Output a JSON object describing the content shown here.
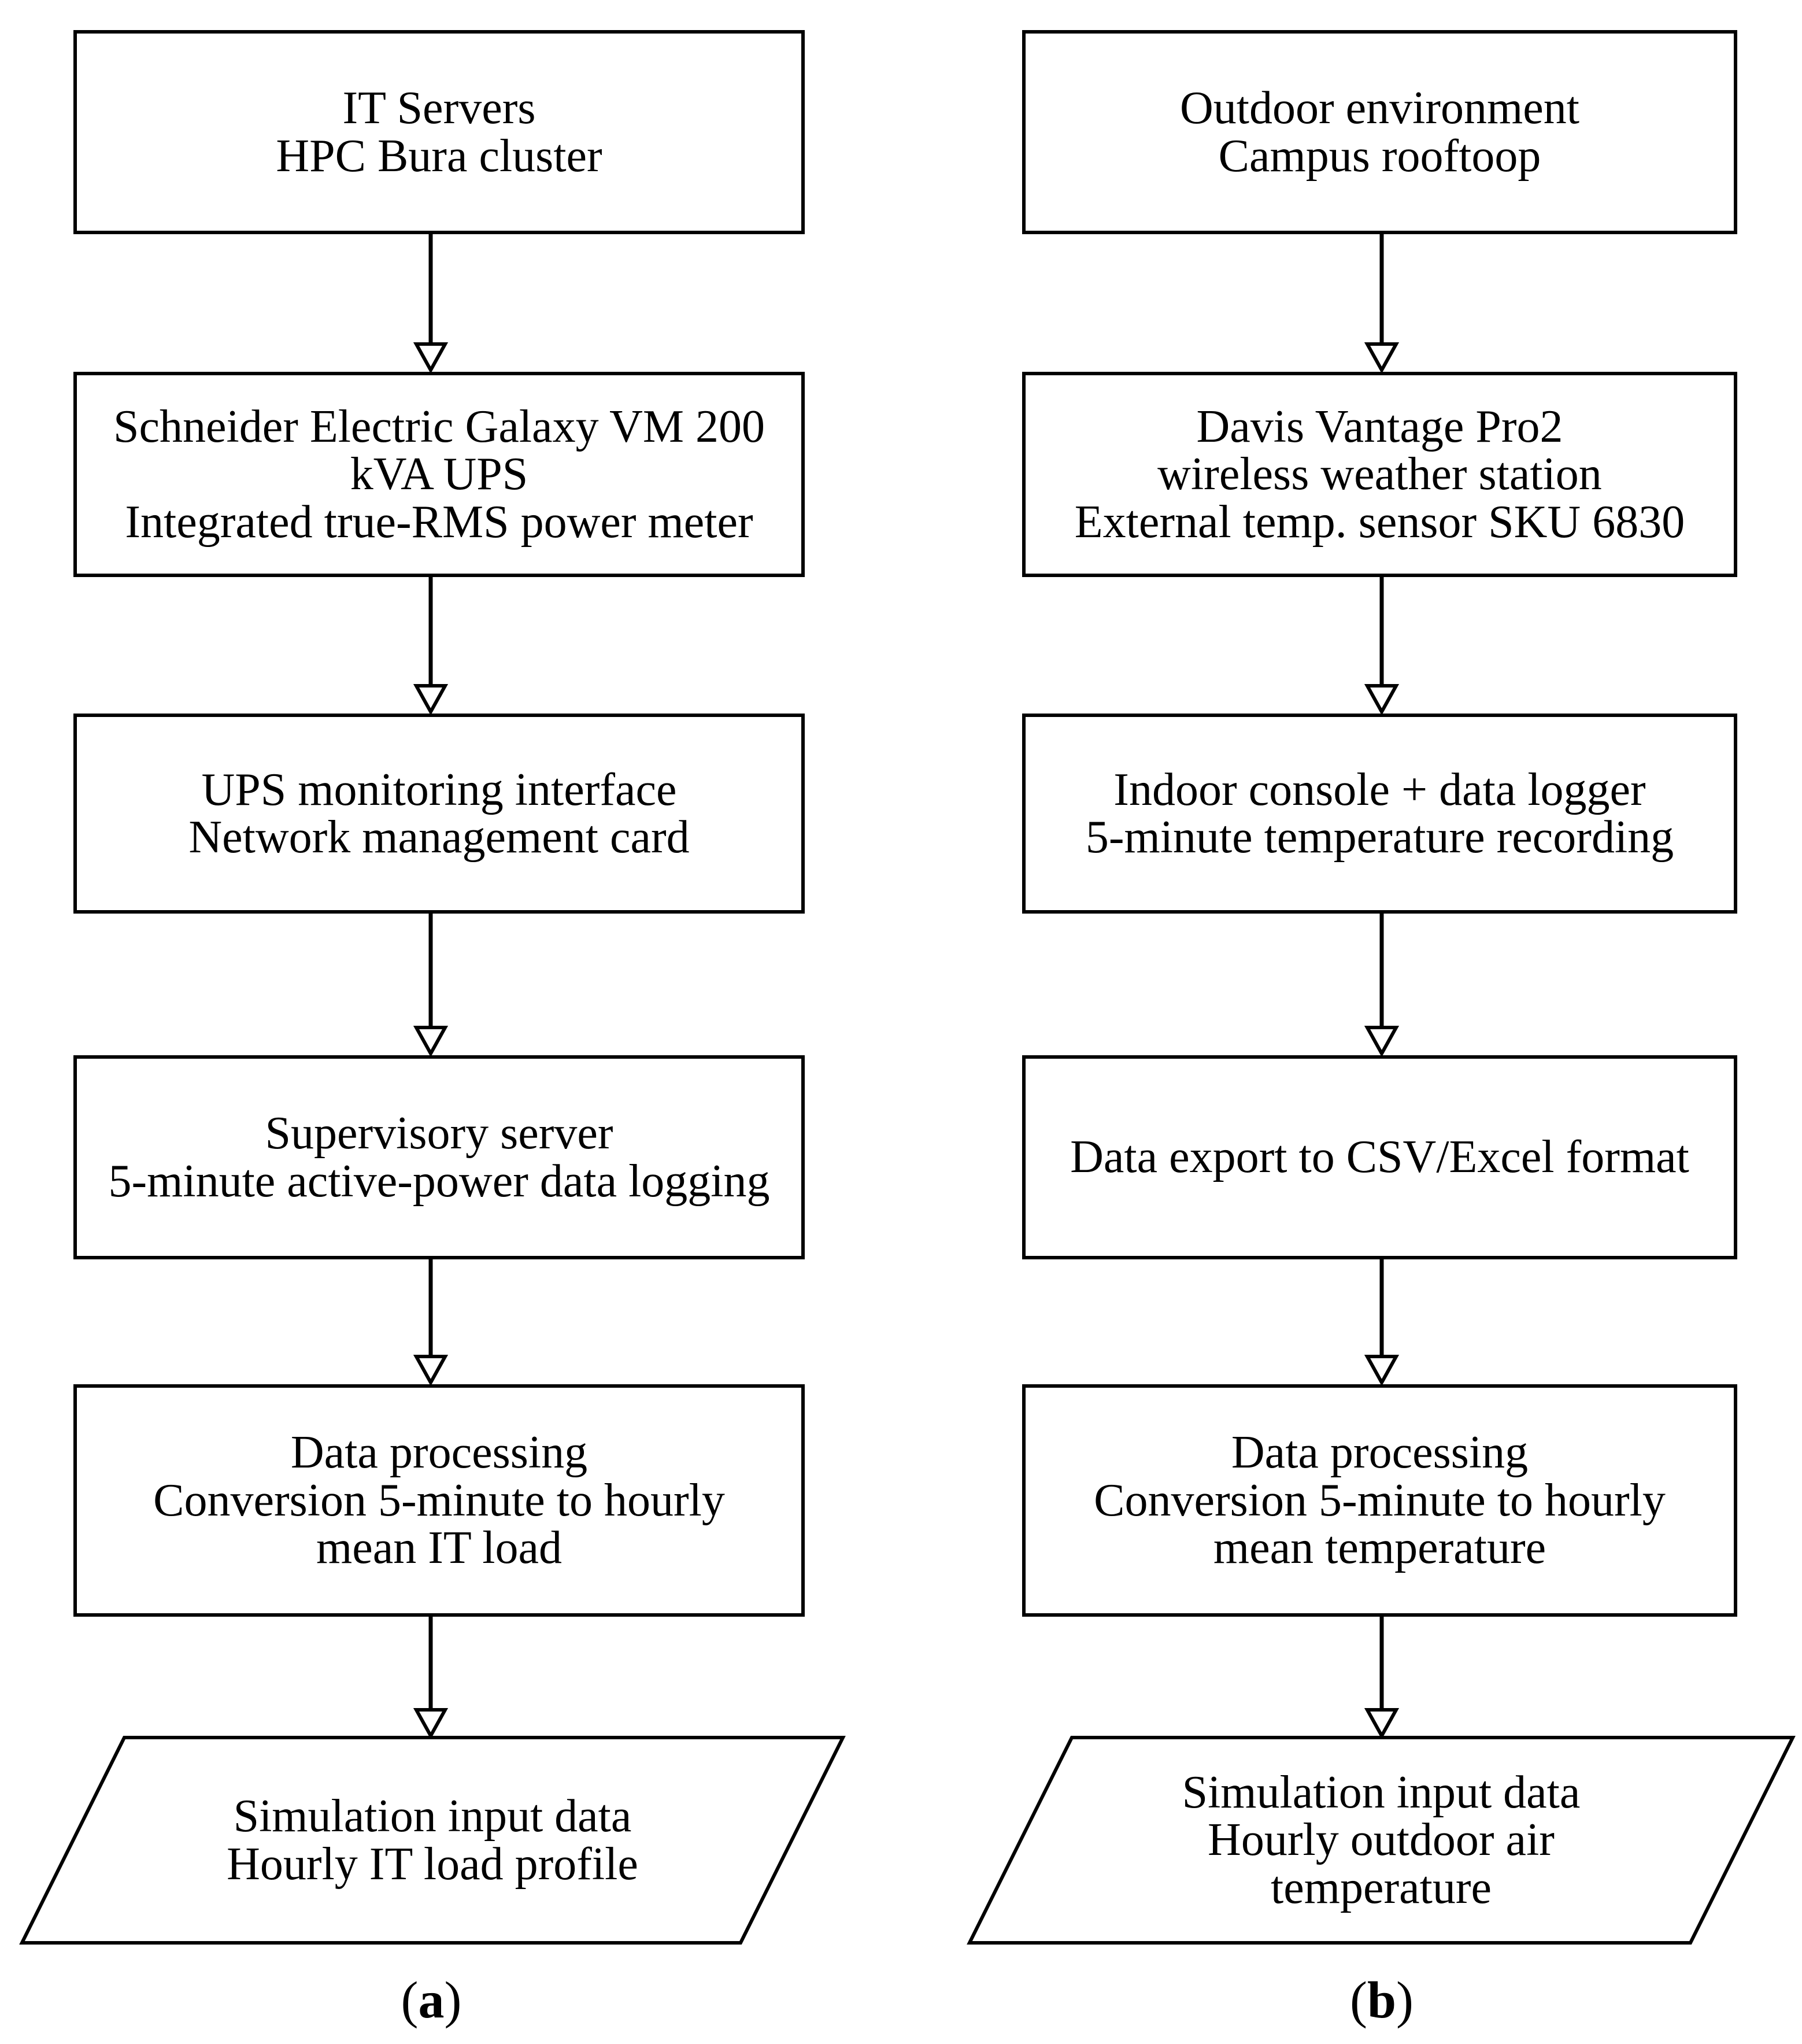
{
  "figure": {
    "colors": {
      "stroke": "#000000",
      "background": "#ffffff",
      "text": "#000000"
    },
    "columns": [
      {
        "label": {
          "open": "(",
          "letter": "a",
          "close": ")"
        },
        "nodes": [
          {
            "type": "process",
            "lines": [
              "IT Servers",
              "HPC Bura cluster"
            ]
          },
          {
            "type": "process",
            "lines": [
              "Schneider Electric Galaxy VM 200",
              "kVA UPS",
              "Integrated true-RMS power meter"
            ]
          },
          {
            "type": "process",
            "lines": [
              "UPS monitoring interface",
              "Network management card"
            ]
          },
          {
            "type": "process",
            "lines": [
              "Supervisory server",
              "5-minute active-power data logging"
            ]
          },
          {
            "type": "process",
            "lines": [
              "Data processing",
              "Conversion 5-minute to hourly",
              "mean IT load"
            ]
          },
          {
            "type": "data",
            "lines": [
              "Simulation input data",
              "Hourly IT load profile"
            ]
          }
        ]
      },
      {
        "label": {
          "open": "(",
          "letter": "b",
          "close": ")"
        },
        "nodes": [
          {
            "type": "process",
            "lines": [
              "Outdoor environment",
              "Campus rooftoop"
            ]
          },
          {
            "type": "process",
            "lines": [
              "Davis Vantage Pro2",
              "wireless weather station",
              "External temp. sensor SKU 6830"
            ]
          },
          {
            "type": "process",
            "lines": [
              "Indoor console + data logger",
              "5-minute temperature recording"
            ]
          },
          {
            "type": "process",
            "lines": [
              "Data export to CSV/Excel format"
            ]
          },
          {
            "type": "process",
            "lines": [
              "Data processing",
              "Conversion 5-minute to hourly",
              "mean temperature"
            ]
          },
          {
            "type": "data",
            "lines": [
              "Simulation input data",
              "Hourly outdoor air",
              "temperature"
            ]
          }
        ]
      }
    ]
  }
}
